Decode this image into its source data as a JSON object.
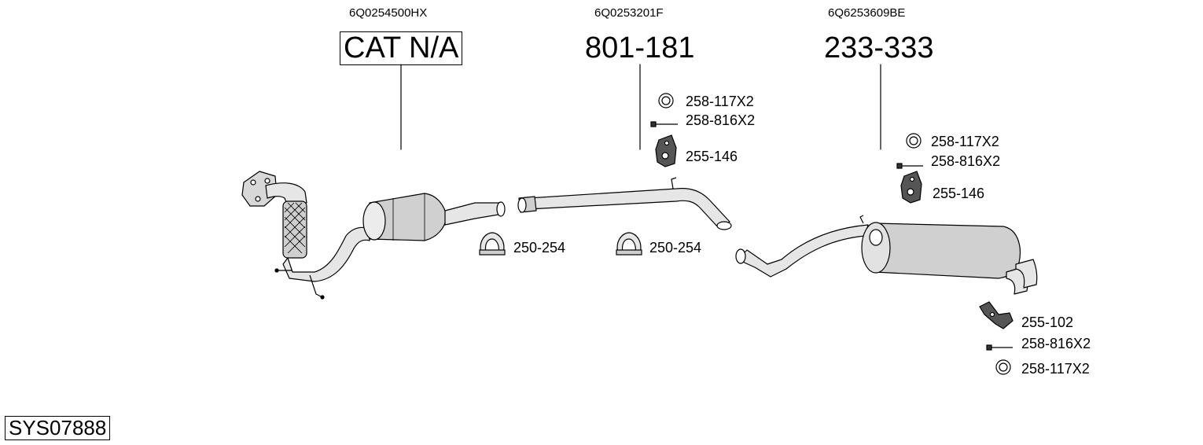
{
  "sections": [
    {
      "oe": "6Q0254500HX",
      "part": "CAT N/A"
    },
    {
      "oe": "6Q0253201F",
      "part": "801-181"
    },
    {
      "oe": "6Q6253609BE",
      "part": "233-333"
    }
  ],
  "accessories": {
    "clamp1": "250-254",
    "clamp2": "250-254",
    "s2_ring": "258-117X2",
    "s2_bolt": "258-816X2",
    "s2_hanger": "255-146",
    "s3_ring": "258-117X2",
    "s3_bolt": "258-816X2",
    "s3_hanger": "255-146",
    "tail_bracket": "255-102",
    "tail_bolt": "258-816X2",
    "tail_ring": "258-117X2"
  },
  "system_code": "SYS07888"
}
